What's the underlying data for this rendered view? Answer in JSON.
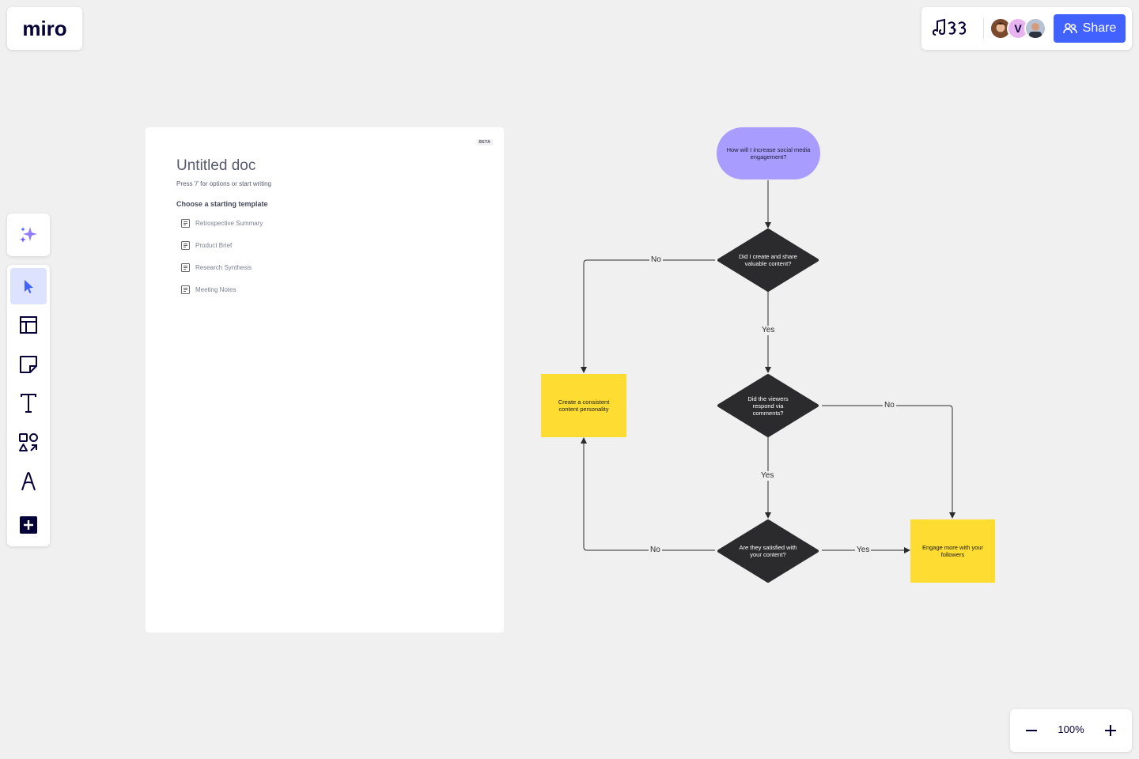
{
  "app": {
    "logo": "miro"
  },
  "header": {
    "board_logo": "board-logo",
    "collaborators": [
      {
        "name": "avatar-photo-1"
      },
      {
        "initial": "V",
        "color": "#e9b3f0"
      },
      {
        "name": "avatar-photo-2"
      }
    ],
    "share_label": "Share",
    "share_color": "#4262ff"
  },
  "toolbar": {
    "ai_icon": "sparkles-icon",
    "tools": [
      {
        "name": "select",
        "icon": "cursor-icon",
        "active": true
      },
      {
        "name": "templates",
        "icon": "templates-icon"
      },
      {
        "name": "sticky-note",
        "icon": "sticky-note-icon"
      },
      {
        "name": "text",
        "icon": "text-icon"
      },
      {
        "name": "shapes",
        "icon": "shapes-icon"
      },
      {
        "name": "pen",
        "icon": "pen-icon"
      },
      {
        "name": "more",
        "icon": "plus-icon"
      }
    ]
  },
  "doc": {
    "badge": "BETA",
    "title": "Untitled doc",
    "hint": "Press '/' for options or start writing",
    "choose_label": "Choose a starting template",
    "templates": [
      "Retrospective Summary",
      "Product Brief",
      "Research Synthesis",
      "Meeting Notes"
    ]
  },
  "flowchart": {
    "start": "How will I increase social media engagement?",
    "decision1": "Did I create and share valuable content?",
    "decision2": "Did the viewers respond via comments?",
    "decision3": "Are they satisfied with your content?",
    "action_left": "Create a consistent content personality",
    "action_right": "Engage more with your followers",
    "labels": {
      "d1_no": "No",
      "d1_yes": "Yes",
      "d2_no": "No",
      "d2_yes": "Yes",
      "d3_no": "No",
      "d3_yes": "Yes"
    },
    "colors": {
      "start": "#a89cff",
      "decision": "#2b2b2e",
      "action": "#fedc31"
    }
  },
  "zoom": {
    "value": "100%"
  }
}
